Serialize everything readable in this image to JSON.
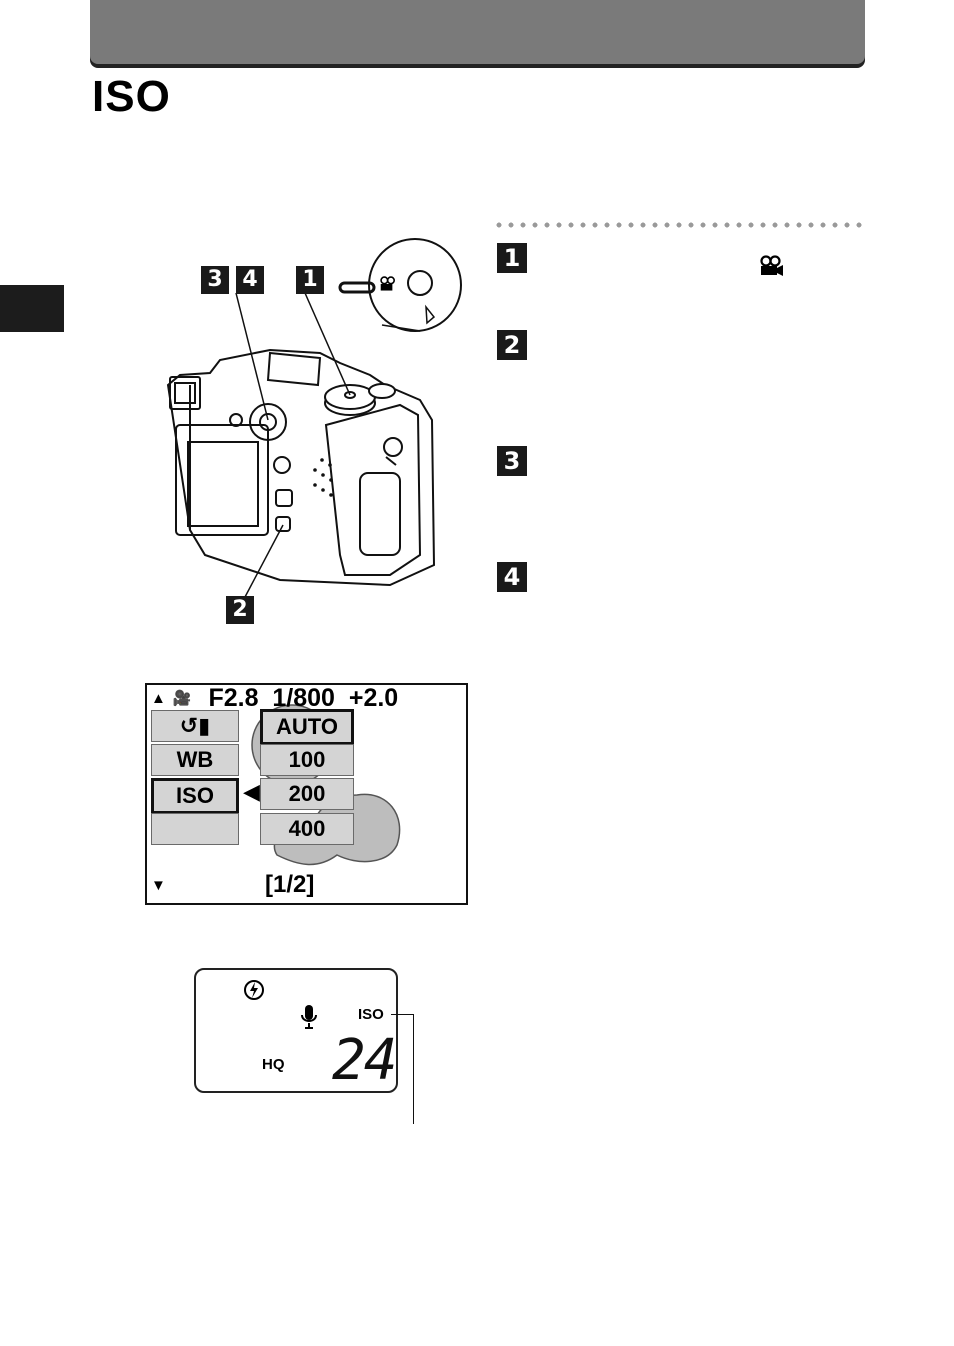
{
  "page": {
    "title": "ISO"
  },
  "callouts": {
    "c3": "3",
    "c4": "4",
    "c1": "1",
    "c2": "2"
  },
  "steps": [
    {
      "number": "1"
    },
    {
      "number": "2"
    },
    {
      "number": "3"
    },
    {
      "number": "4"
    }
  ],
  "lcd_menu": {
    "top_bar": {
      "aperture": "F2.8",
      "shutter": "1/800",
      "exposure": "+2.0"
    },
    "left_items": [
      {
        "label": ""
      },
      {
        "label": "WB"
      },
      {
        "label": "ISO"
      },
      {
        "label": ""
      }
    ],
    "options": [
      "AUTO",
      "100",
      "200",
      "400"
    ],
    "page_indicator": "[1/2]"
  },
  "control_panel": {
    "iso_label": "ISO",
    "quality_label": "HQ",
    "frames_remaining": "24"
  },
  "icons": [
    "movie-camera-icon",
    "self-timer-icon",
    "flash-off-icon",
    "microphone-icon",
    "mode-dial-icon"
  ]
}
